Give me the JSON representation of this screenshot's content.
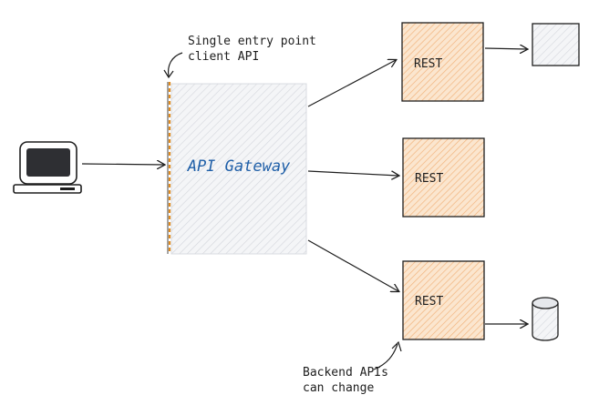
{
  "diagram": {
    "gateway": {
      "label": "API Gateway",
      "fill": "#f4f5f7",
      "hatch": "#c9ccd3",
      "edge_color": "#e08a1e"
    },
    "services": [
      {
        "label": "REST"
      },
      {
        "label": "REST"
      },
      {
        "label": "REST"
      }
    ],
    "service_colors": {
      "fill": "#fbe6cf",
      "hatch": "#f0b27a"
    },
    "annotations": {
      "entry_point": [
        "Single entry point",
        "client API"
      ],
      "backend": [
        "Backend APIs",
        "can change"
      ]
    },
    "icons": {
      "client": "computer-icon",
      "service_box": "service-box-icon",
      "database": "database-icon"
    },
    "stroke_color": "#1e1e1e"
  }
}
